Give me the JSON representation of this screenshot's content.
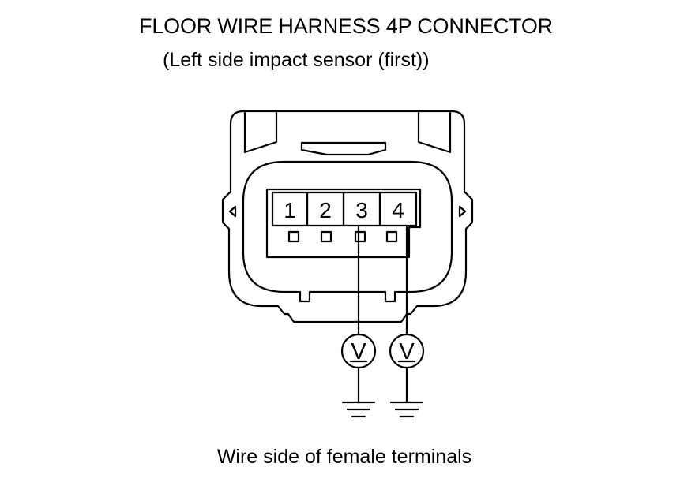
{
  "connector": {
    "title": "FLOOR WIRE HARNESS 4P CONNECTOR",
    "subtitle": "(Left side impact sensor (first))",
    "caption": "Wire side of female terminals",
    "pins": [
      "1",
      "2",
      "3",
      "4"
    ]
  },
  "meters": [
    {
      "symbol": "V",
      "pin": "3"
    },
    {
      "symbol": "V",
      "pin": "4"
    }
  ]
}
